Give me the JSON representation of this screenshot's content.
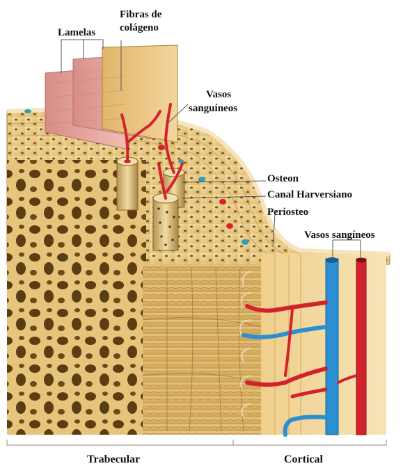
{
  "labels": {
    "lamelas": "Lamelas",
    "fibras_line1": "Fibras de",
    "fibras_line2": "colágeno",
    "vasos_top_line1": "Vasos",
    "vasos_top_line2": "sanguíneos",
    "osteon": "Osteon",
    "canal": "Canal Harversiano",
    "periosteo": "Periosteo",
    "vasos_right": "Vasos sangíneos",
    "trabecular": "Trabecular",
    "cortical": "Cortical"
  },
  "colors": {
    "bone_light": "#f0d79a",
    "bone_mid": "#d9b266",
    "bone_dark": "#8a6a2a",
    "vessel_red": "#d0202a",
    "vessel_blue": "#2a8fd0",
    "lamella_pink": "#e9a6a0",
    "lamella_tan": "#e8c27a"
  }
}
